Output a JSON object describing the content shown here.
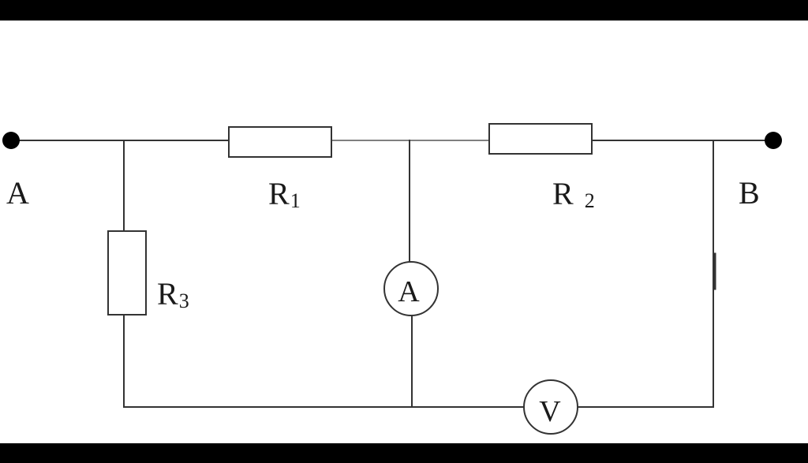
{
  "colors": {
    "frame": "#000000",
    "background": "#ffffff",
    "wire": "#333333",
    "text": "#1a1a1a"
  },
  "labels": {
    "node_a": "A",
    "node_b": "B",
    "r1_main": "R",
    "r1_sub": "1",
    "r2_main": "R",
    "r2_sub": "2",
    "r3_main": "R",
    "r3_sub": "3",
    "ammeter": "A",
    "voltmeter": "V"
  }
}
